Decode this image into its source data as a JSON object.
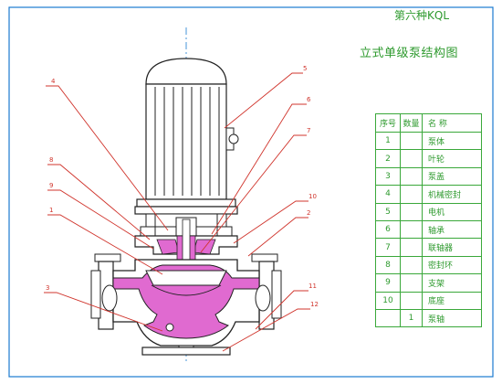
{
  "drawing": {
    "title_line1": "第六种KQL",
    "title_line2": "立式单级泵结构图",
    "frame_color": "#1a7ad0",
    "line_color": "#d0342c",
    "text_color": "#2e9a2e",
    "part_numbers": [
      "4",
      "5",
      "6",
      "7",
      "8",
      "9",
      "10",
      "1",
      "2",
      "3",
      "11",
      "12"
    ],
    "table": {
      "headers": [
        "序号",
        "数量",
        "名 称"
      ],
      "rows": [
        {
          "no": "1",
          "qty": "",
          "name": "泵体"
        },
        {
          "no": "2",
          "qty": "",
          "name": "叶轮"
        },
        {
          "no": "3",
          "qty": "",
          "name": "泵盖"
        },
        {
          "no": "4",
          "qty": "",
          "name": "机械密封"
        },
        {
          "no": "5",
          "qty": "",
          "name": "电机"
        },
        {
          "no": "6",
          "qty": "",
          "name": "轴承"
        },
        {
          "no": "7",
          "qty": "",
          "name": "联轴器"
        },
        {
          "no": "8",
          "qty": "",
          "name": "密封环"
        },
        {
          "no": "9",
          "qty": "",
          "name": "支架"
        },
        {
          "no": "10",
          "qty": "",
          "name": "底座"
        },
        {
          "no": "",
          "qty": "1",
          "name": "泵轴"
        }
      ]
    }
  }
}
